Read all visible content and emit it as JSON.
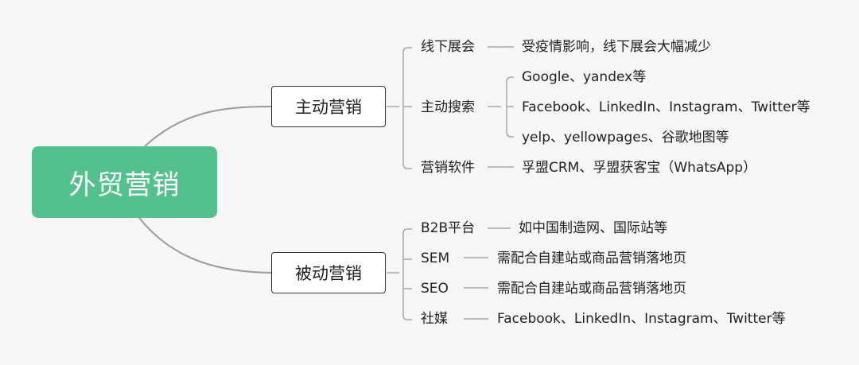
{
  "root": "外贸营销",
  "active": {
    "label": "主动营销",
    "children": [
      {
        "label": "线下展会",
        "details": [
          "受疫情影响，线下展会大幅减少"
        ]
      },
      {
        "label": "主动搜索",
        "details": [
          "Google、yandex等",
          "Facebook、LinkedIn、Instagram、Twitter等",
          "yelp、yellowpages、谷歌地图等"
        ]
      },
      {
        "label": "营销软件",
        "details": [
          "孚盟CRM、孚盟获客宝（WhatsApp）"
        ]
      }
    ]
  },
  "passive": {
    "label": "被动营销",
    "children": [
      {
        "label": "B2B平台",
        "details": [
          "如中国制造网、国际站等"
        ]
      },
      {
        "label": "SEM",
        "details": [
          "需配合自建站或商品营销落地页"
        ]
      },
      {
        "label": "SEO",
        "details": [
          "需配合自建站或商品营销落地页"
        ]
      },
      {
        "label": "社媒",
        "details": [
          "Facebook、LinkedIn、Instagram、Twitter等"
        ]
      }
    ]
  },
  "colors": {
    "root_fill": "#53c08e",
    "line": "#9a9a9a"
  }
}
